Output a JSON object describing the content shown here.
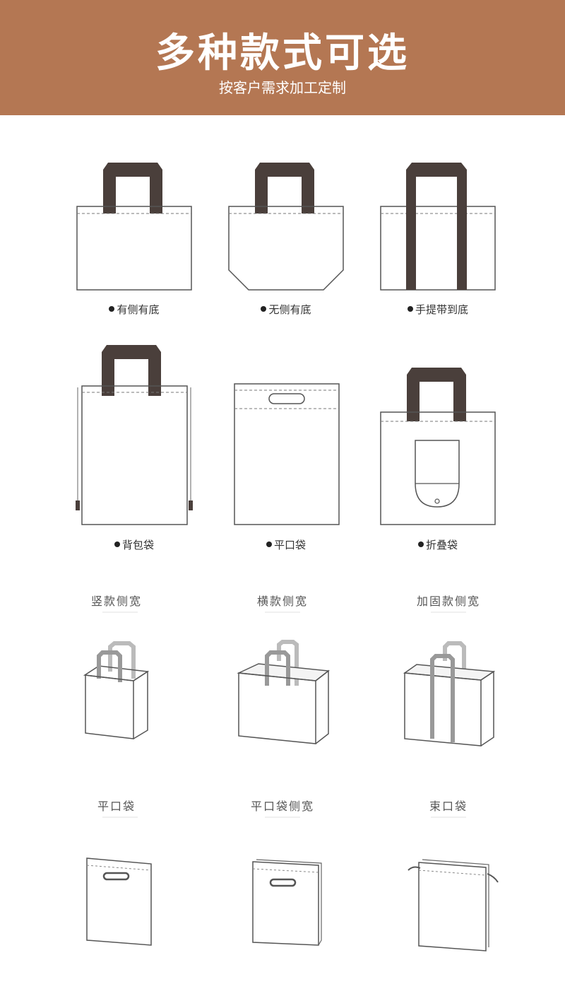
{
  "header": {
    "title": "多种款式可选",
    "subtitle": "按客户需求加工定制",
    "background": "#b47753"
  },
  "colors": {
    "handle_dark": "#4a3f3b",
    "outline": "#555555",
    "handle_light": "#aaaaaa"
  },
  "styles_top": [
    {
      "label": "有侧有底",
      "icon": "flat-bag-with-gusset-icon"
    },
    {
      "label": "无侧有底",
      "icon": "bag-with-bottom-icon"
    },
    {
      "label": "手提带到底",
      "icon": "handle-to-bottom-bag-icon"
    },
    {
      "label": "背包袋",
      "icon": "drawstring-backpack-icon"
    },
    {
      "label": "平口袋",
      "icon": "die-cut-flat-bag-icon"
    },
    {
      "label": "折叠袋",
      "icon": "folding-bag-icon"
    }
  ],
  "styles_bottom": [
    {
      "label": "竖款侧宽",
      "icon": "vertical-gusset-bag-icon"
    },
    {
      "label": "横款侧宽",
      "icon": "horizontal-gusset-bag-icon"
    },
    {
      "label": "加固款侧宽",
      "icon": "reinforced-gusset-bag-icon"
    },
    {
      "label": "平口袋",
      "icon": "flat-die-cut-bag-icon"
    },
    {
      "label": "平口袋侧宽",
      "icon": "flat-die-cut-gusset-bag-icon"
    },
    {
      "label": "束口袋",
      "icon": "drawstring-bag-icon"
    }
  ]
}
